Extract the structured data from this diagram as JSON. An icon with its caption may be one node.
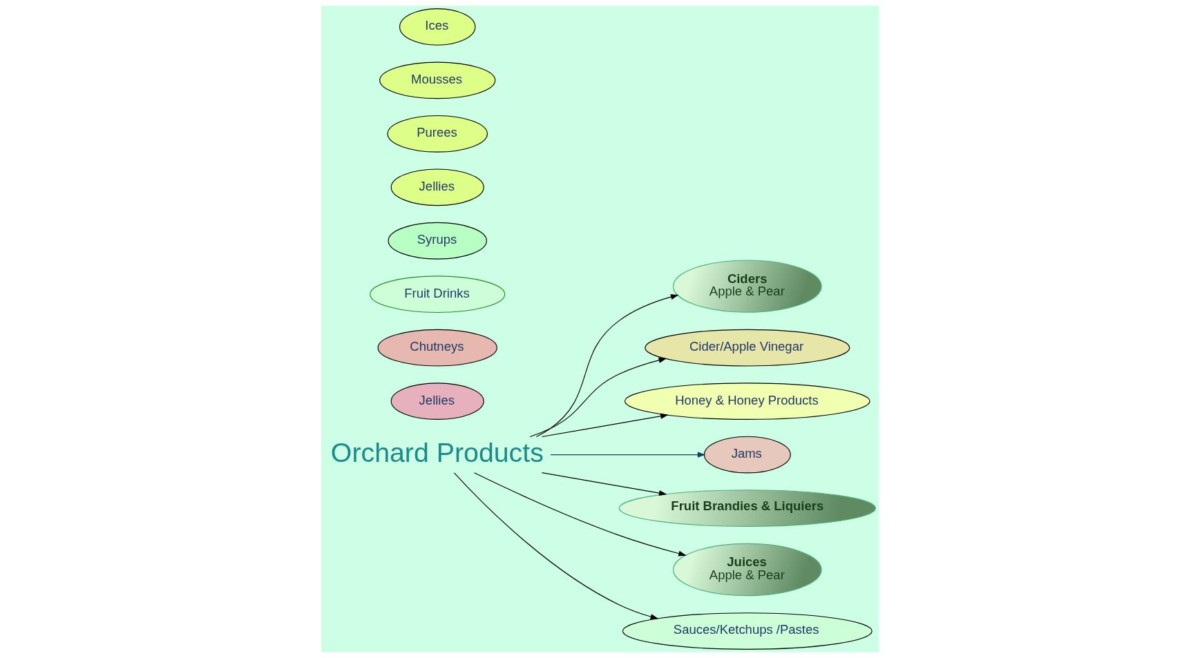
{
  "diagram": {
    "nodes": [
      {
        "text": [
          "Orchard Products"
        ]
      },
      {
        "text": [
          "Ciders",
          "Apple & Pear"
        ]
      },
      {
        "text": [
          "Cider/Apple Vinegar"
        ]
      },
      {
        "text": [
          "Honey & Honey Products"
        ]
      },
      {
        "text": [
          "Jams"
        ]
      },
      {
        "text": [
          "Jellies"
        ]
      },
      {
        "text": [
          "Chutneys"
        ]
      },
      {
        "text": [
          "Fruit Brandies & Liquiers"
        ]
      },
      {
        "text": [
          "Fruit Drinks"
        ]
      },
      {
        "text": [
          "Juices",
          "Apple & Pear"
        ]
      },
      {
        "text": [
          "Syrups"
        ]
      },
      {
        "text": [
          "Jellies"
        ]
      },
      {
        "text": [
          "Purees"
        ]
      },
      {
        "text": [
          "Mousses"
        ]
      },
      {
        "text": [
          "Ices"
        ]
      },
      {
        "text": [
          "Sauces/Ketchups /Pastes"
        ]
      }
    ],
    "edges": [
      {
        "from": 0,
        "to": 1,
        "arrow": "to"
      },
      {
        "from": 0,
        "to": 2,
        "arrow": "to"
      },
      {
        "from": 0,
        "to": 3,
        "arrow": "to"
      },
      {
        "from": 0,
        "to": 4,
        "arrow": "to",
        "color": "#1f3a68"
      },
      {
        "from": 0,
        "to": 7,
        "arrow": "to"
      },
      {
        "from": 0,
        "to": 9,
        "arrow": "to"
      },
      {
        "from": 0,
        "to": 15,
        "arrow": "to"
      }
    ]
  }
}
